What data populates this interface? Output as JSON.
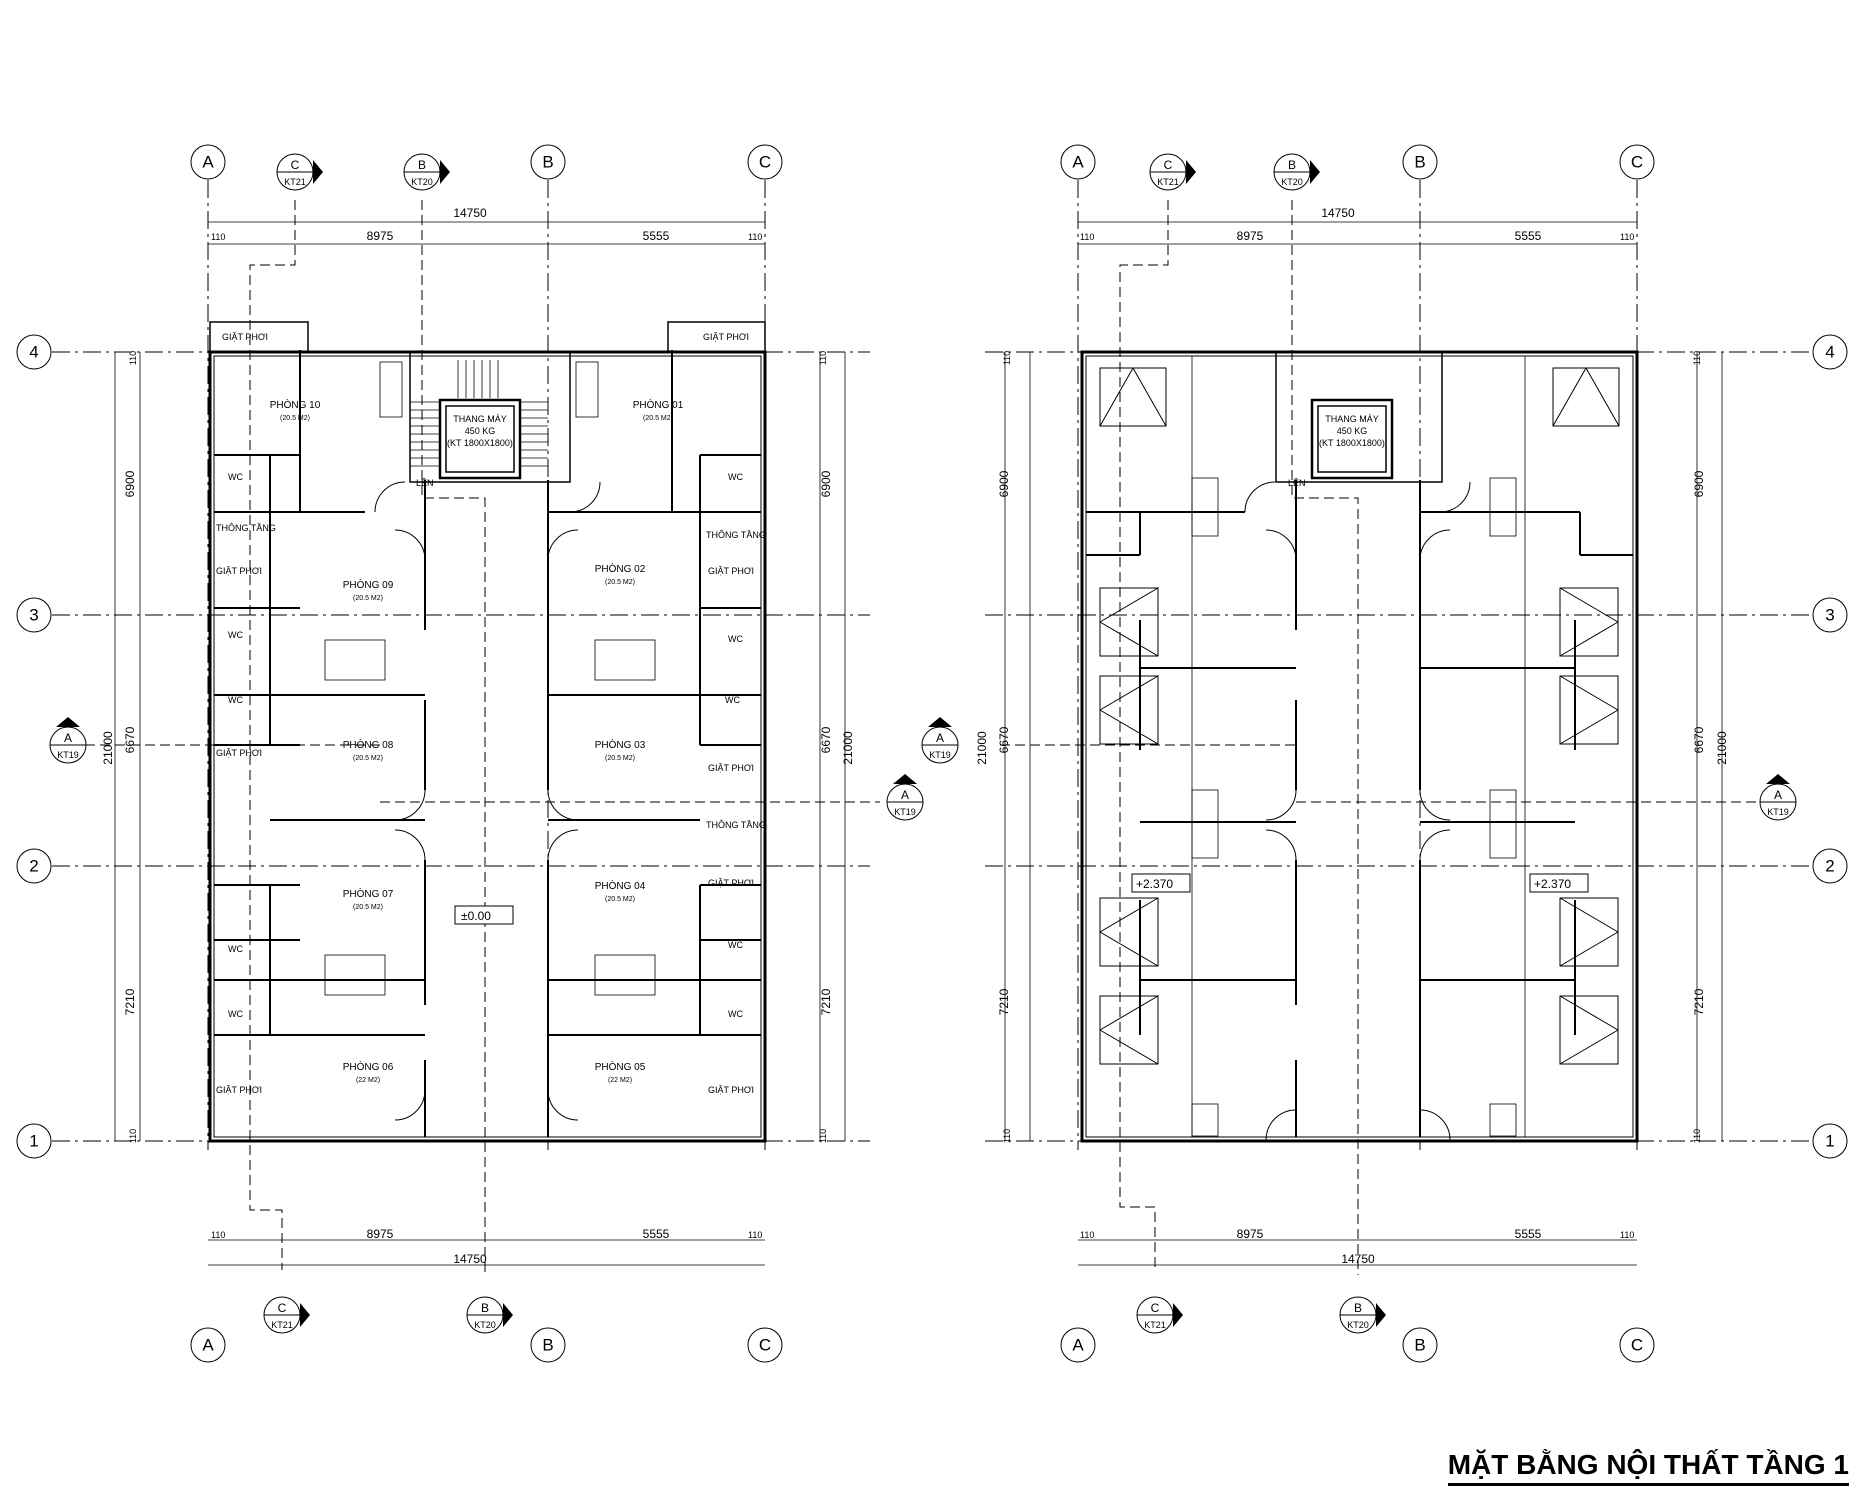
{
  "title": "MẶT BẰNG NỘI THẤT TẦNG 1",
  "grid": {
    "columns": [
      "A",
      "B",
      "C"
    ],
    "rows": [
      "4",
      "3",
      "2",
      "1"
    ]
  },
  "dimensions": {
    "total_width": "14750",
    "bay_ab": "8975",
    "bay_bc": "5555",
    "edge": "110",
    "total_depth": "21000",
    "span_43": "6900",
    "span_32": "6670",
    "span_21": "7210"
  },
  "sections": {
    "A": {
      "letter": "A",
      "sheet": "KT19"
    },
    "B": {
      "letter": "B",
      "sheet": "KT20"
    },
    "C": {
      "letter": "C",
      "sheet": "KT21"
    }
  },
  "rooms_left": [
    {
      "name": "PHÒNG 10",
      "area": "(20.5 M2)"
    },
    {
      "name": "PHÒNG 09",
      "area": "(20.5 M2)"
    },
    {
      "name": "PHÒNG 08",
      "area": "(20.5 M2)"
    },
    {
      "name": "PHÒNG 07",
      "area": "(20.5 M2)"
    },
    {
      "name": "PHÒNG 06",
      "area": "(22 M2)"
    }
  ],
  "rooms_right": [
    {
      "name": "PHÒNG 01",
      "area": "(20.5 M2)"
    },
    {
      "name": "PHÒNG 02",
      "area": "(20.5 M2)"
    },
    {
      "name": "PHÒNG 03",
      "area": "(20.5 M2)"
    },
    {
      "name": "PHÒNG 04",
      "area": "(20.5 M2)"
    },
    {
      "name": "PHÒNG 05",
      "area": "(22 M2)"
    }
  ],
  "labels": {
    "wc": "WC",
    "giat_phoi": "GIẶT PHƠI",
    "thong_tang": "THÔNG TẦNG",
    "len": "LÊN",
    "elevator": [
      "THANG MÁY",
      "450 KG",
      "(KT 1800X1800)"
    ],
    "level_ground": "±0.00",
    "level_mezz": "+2.370"
  },
  "colors": {
    "line": "#000000",
    "background": "#ffffff"
  }
}
